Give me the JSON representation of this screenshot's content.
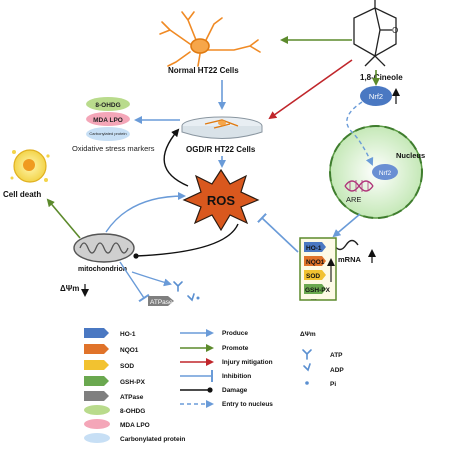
{
  "nodes": {
    "cineole": "1,8-Cineole",
    "normal_cells": "Normal HT22 Cells",
    "ogdr_cells": "OGD/R HT22 Cells",
    "nrf2_top": "Nrf2",
    "nrf2_nucleus": "Nrf2",
    "nucleus": "Nucleus",
    "are": "ARE",
    "mrna": "mRNA",
    "ros": "ROS",
    "mitochondrion": "mitochondrion",
    "cell_death": "Cell death",
    "delta_psi": "ΔΨm",
    "atpase": "ATPase",
    "ellipsis": "..."
  },
  "stress_markers": {
    "items": [
      "8-OHDG",
      "MDA LPO",
      "Carbonylated protein"
    ],
    "caption": "Oxidative stress markers"
  },
  "enzymes": [
    "HO-1",
    "NQO1",
    "SOD",
    "GSH-PX"
  ],
  "legend": {
    "shapes": [
      {
        "label": "HO-1",
        "color": "#4a78c2"
      },
      {
        "label": "NQO1",
        "color": "#e0732a"
      },
      {
        "label": "SOD",
        "color": "#f2c230"
      },
      {
        "label": "GSH-PX",
        "color": "#6aa84f"
      },
      {
        "label": "ATPase",
        "color": "#7f7f7f"
      },
      {
        "label": "8-OHDG",
        "color": "#b9db8c"
      },
      {
        "label": "MDA LPO",
        "color": "#f4a6b8"
      },
      {
        "label": "Carbonylated protein",
        "color": "#c7dff5"
      }
    ],
    "arrows": [
      {
        "label": "Produce",
        "color": "#6a9bd8"
      },
      {
        "label": "Promote",
        "color": "#5c8a2c"
      },
      {
        "label": "Injury mitigation",
        "color": "#c0262b"
      },
      {
        "label": "Inhibition",
        "color": "#6a9bd8"
      },
      {
        "label": "Damage",
        "color": "#111111"
      },
      {
        "label": "Entry to nucleus",
        "color": "#6a9bd8"
      }
    ],
    "atp_title": "ΔΨm",
    "atp_items": [
      "ATP",
      "ADP",
      "Pi"
    ]
  }
}
